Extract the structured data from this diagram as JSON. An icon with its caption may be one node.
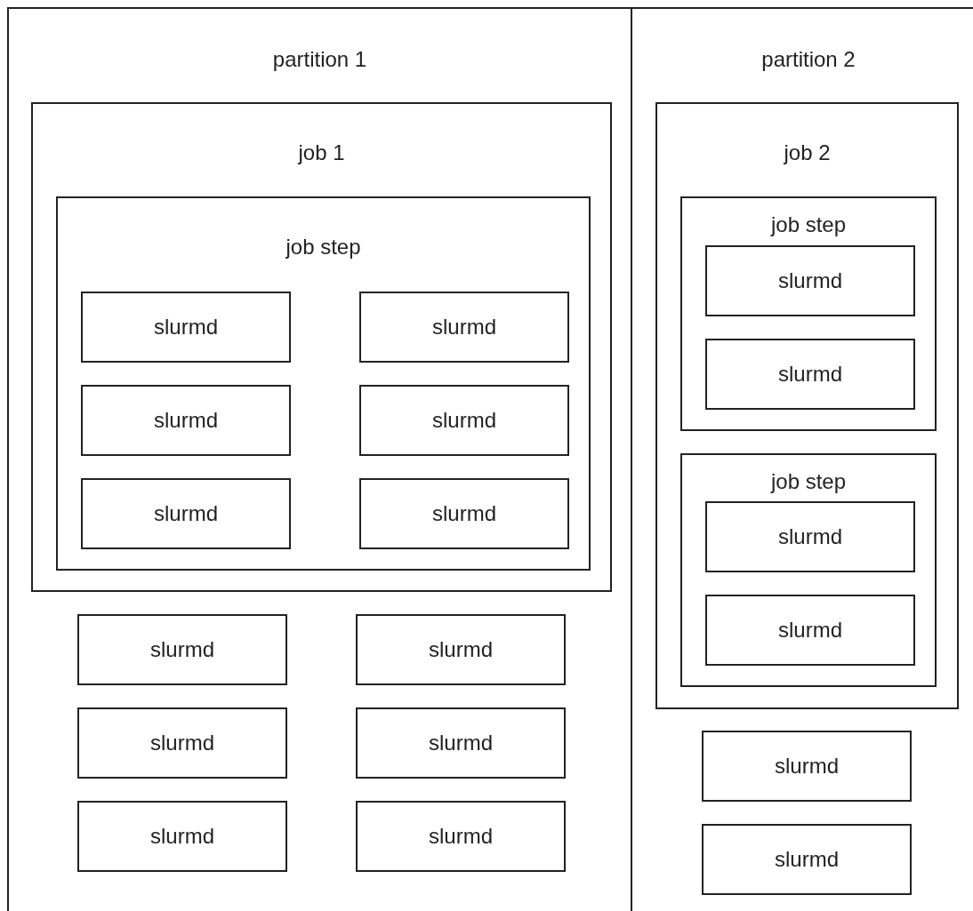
{
  "diagram": {
    "nodes": [
      {
        "text": [
          "partition 1"
        ]
      },
      {
        "text": [
          "job 1"
        ],
        "in": 0
      },
      {
        "text": [
          "job step"
        ],
        "in": 1
      },
      {
        "text": [
          "slurmd"
        ],
        "in": 2
      },
      {
        "text": [
          "slurmd"
        ],
        "in": 2
      },
      {
        "text": [
          "slurmd"
        ],
        "in": 2
      },
      {
        "text": [
          "slurmd"
        ],
        "in": 2
      },
      {
        "text": [
          "slurmd"
        ],
        "in": 2
      },
      {
        "text": [
          "slurmd"
        ],
        "in": 2
      },
      {
        "text": [
          "slurmd"
        ],
        "in": 0
      },
      {
        "text": [
          "slurmd"
        ],
        "in": 0
      },
      {
        "text": [
          "slurmd"
        ],
        "in": 0
      },
      {
        "text": [
          "slurmd"
        ],
        "in": 0
      },
      {
        "text": [
          "slurmd"
        ],
        "in": 0
      },
      {
        "text": [
          "slurmd"
        ],
        "in": 0
      },
      {
        "text": [
          "partition 2"
        ]
      },
      {
        "text": [
          "job 2"
        ],
        "in": 15
      },
      {
        "text": [
          "job step"
        ],
        "in": 16
      },
      {
        "text": [
          "slurmd"
        ],
        "in": 17
      },
      {
        "text": [
          "slurmd"
        ],
        "in": 17
      },
      {
        "text": [
          "job step"
        ],
        "in": 16
      },
      {
        "text": [
          "slurmd"
        ],
        "in": 20
      },
      {
        "text": [
          "slurmd"
        ],
        "in": 20
      },
      {
        "text": [
          "slurmd"
        ],
        "in": 15
      },
      {
        "text": [
          "slurmd"
        ],
        "in": 15
      }
    ],
    "edges": []
  }
}
